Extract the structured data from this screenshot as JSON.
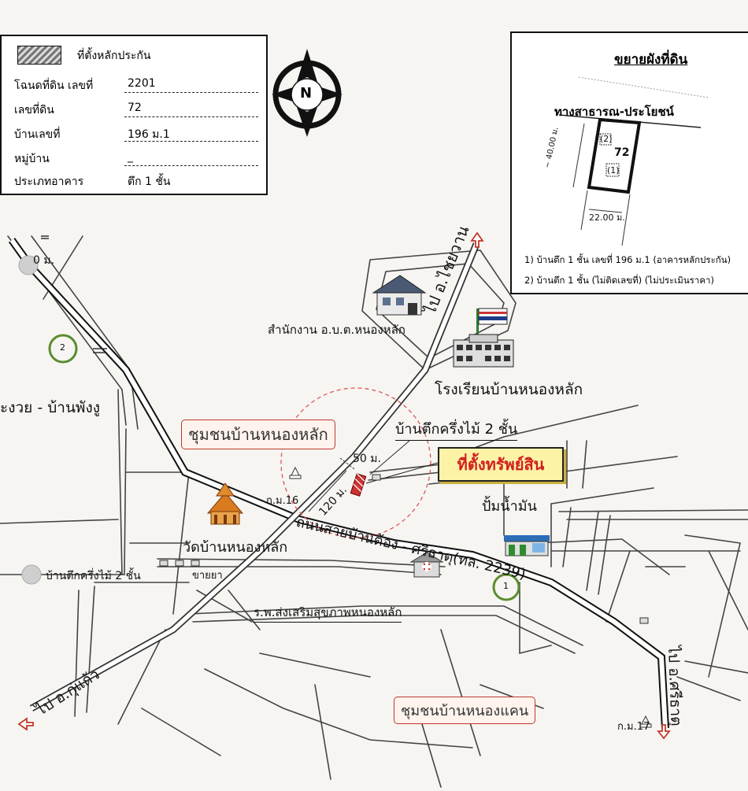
{
  "legend": {
    "swatch_label": "ที่ตั้งหลักประกัน",
    "rows": [
      {
        "key": "โฉนดที่ดิน เลขที่",
        "value": "2201"
      },
      {
        "key": "เลขที่ดิน",
        "value": "72"
      },
      {
        "key": "บ้านเลขที่",
        "value": "196 ม.1"
      },
      {
        "key": "หมู่บ้าน",
        "value": "_"
      },
      {
        "key": "ประเภทอาคาร",
        "value": "ตึก 1 ชั้น"
      }
    ]
  },
  "compass": {
    "letter": "N"
  },
  "inset": {
    "title": "ขยายผังที่ดิน",
    "road": "ทางสาธารณ-ประโยชน์",
    "parcel_no": "72",
    "building_2": "(2)",
    "building_1": "(1)",
    "dim_depth": "~ 40.00 ม.",
    "dim_width": "22.00 ม.",
    "notes": [
      "1) บ้านตึก 1 ชั้น เลขที่ 196 ม.1 (อาคารหลักประกัน)",
      "2) บ้านตึก 1 ชั้น (ไม่ติดเลขที่) (ไม่ประเมินราคา)"
    ]
  },
  "map": {
    "road_top": "ไป อ.ไชยวาน",
    "road_left_top": "ะงวย - บ้านพังงู",
    "dist_topleft": "0 ม.",
    "circle_2": "2",
    "circle_1": "1",
    "office": "สำนักงาน อ.บ.ต.หนองหลัก",
    "school": "โรงเรียนบ้านหนองหลัก",
    "community_1": "ชุมชนบ้านหนองหลัก",
    "house_2floor_1": "บ้านตึกครึ่งไม้ 2 ชั้น",
    "dist_50": "50 ม.",
    "dist_120": "120 ม.",
    "property": "ที่ตั้งทรัพย์สิน",
    "km16": "ก.ม.16",
    "main_road": "ถนนสายบ้านต้อง - ศรีธาตุ(ทล. 2239)",
    "gas_station": "ปั้มน้ำมัน",
    "temple": "วัดบ้านหนองหลัก",
    "house_2floor_2": "บ้านตึกครึ่งไม้ 2 ชั้น",
    "drug_shop": "ขายยา",
    "hospital": "ร.พ.ส่งเสริมสุขภาพหนองหลัก",
    "road_bottom_left": "ไป อ.กุ่แก้ว",
    "road_bottom_right": "ไป อ.ศรีธาตุ",
    "community_2": "ชุมชนบ้านหนองแคน",
    "km17": "ก.ม.17"
  }
}
